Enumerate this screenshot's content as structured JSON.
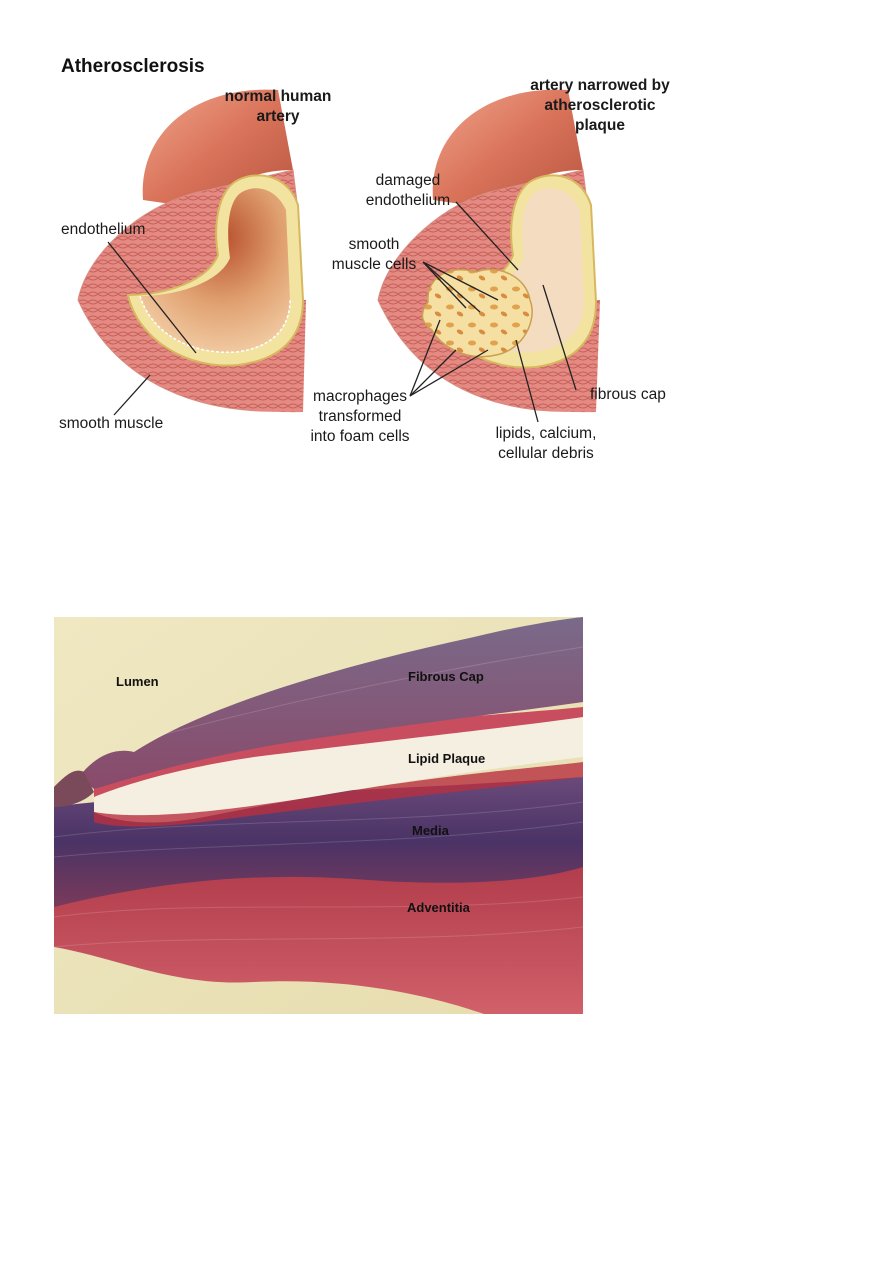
{
  "diagram": {
    "title": "Atherosclerosis",
    "normal_caption": "normal human\nartery",
    "narrowed_caption": "artery narrowed by\natherosclerotic\nplaque",
    "labels": {
      "endothelium": "endothelium",
      "smooth_muscle": "smooth muscle",
      "damaged_endothelium": "damaged\nendothelium",
      "smooth_muscle_cells": "smooth\nmuscle cells",
      "fibrous_cap": "fibrous cap",
      "macrophages": "macrophages\ntransformed\ninto foam cells",
      "lipids": "lipids, calcium,\ncellular debris"
    }
  },
  "micrograph": {
    "labels": {
      "lumen": "Lumen",
      "fibrous_cap": "Fibrous Cap",
      "lipid_plaque": "Lipid Plaque",
      "media": "Media",
      "adventitia": "Adventitia"
    }
  }
}
